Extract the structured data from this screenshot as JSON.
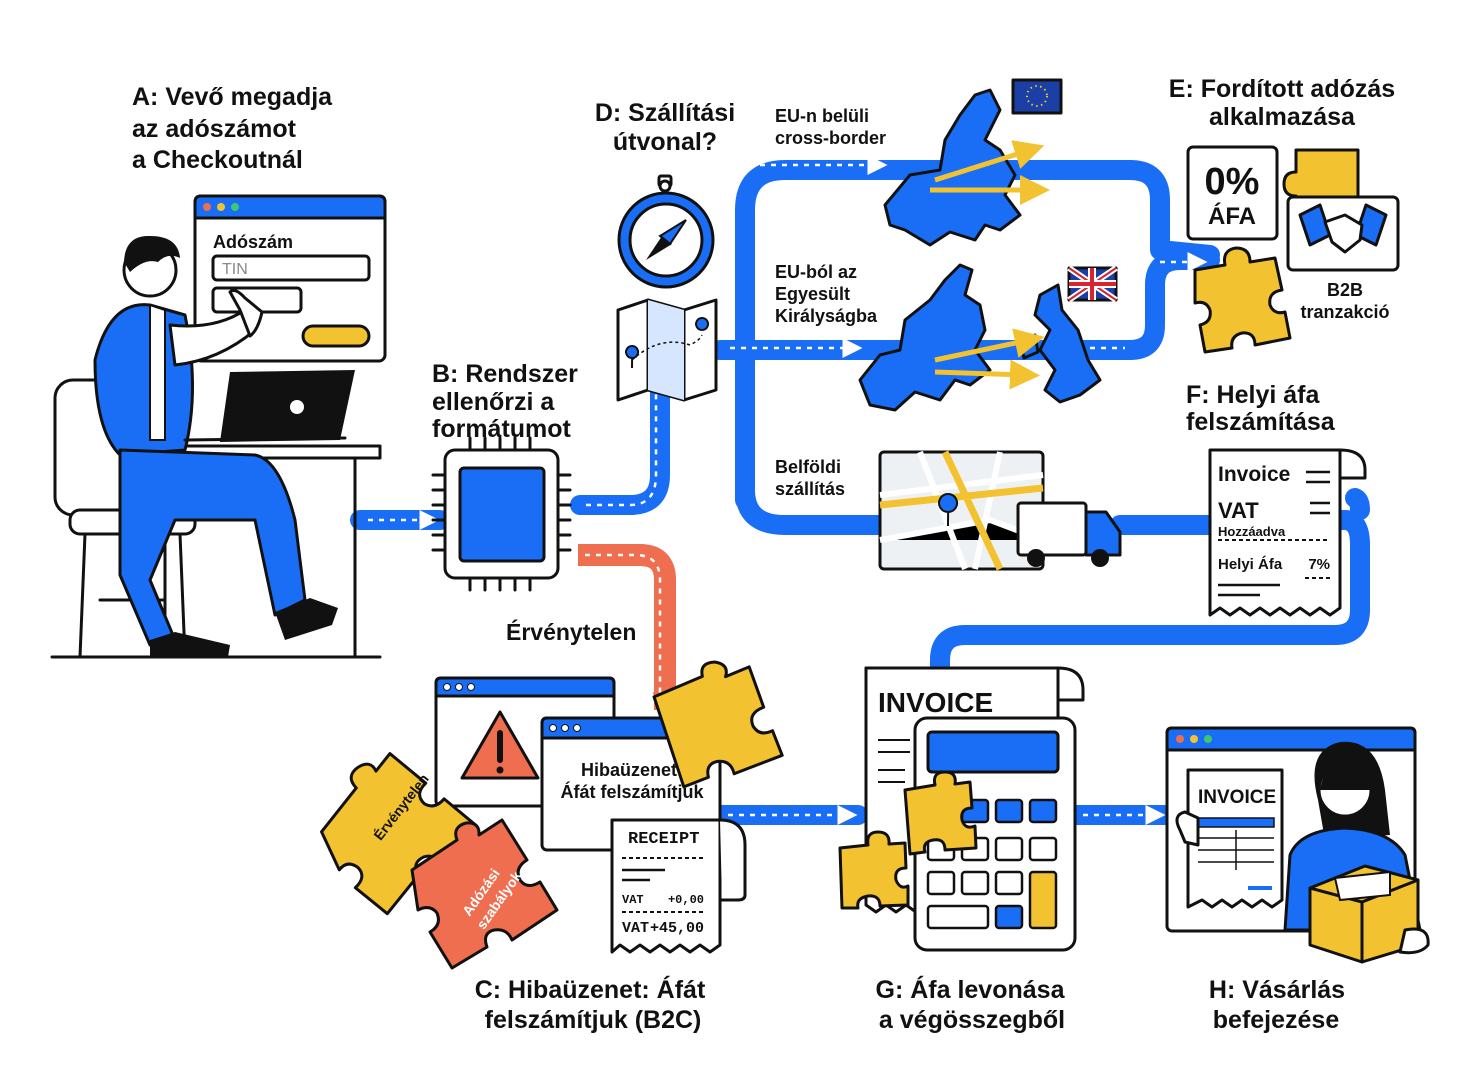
{
  "colors": {
    "blue": "#1a6ef5",
    "yellow": "#f2c230",
    "orange": "#ee6e4f",
    "outline": "#111111"
  },
  "steps": {
    "a": [
      "A: Vevő megadja",
      "az adószámot",
      "a Checkoutnál"
    ],
    "b": [
      "B: Rendszer",
      "ellenőrzi a",
      "formátumot"
    ],
    "c": [
      "C: Hibaüzenet: Áfát",
      "felszámítjuk (B2C)"
    ],
    "d": [
      "D: Szállítási",
      "útvonal?"
    ],
    "e": [
      "E: Fordított adózás",
      "alkalmazása"
    ],
    "f": [
      "F: Helyi áfa",
      "felszámítása"
    ],
    "g": [
      "G: Áfa levonása",
      "a végösszegből"
    ],
    "h": [
      "H: Vásárlás",
      "befejezése"
    ]
  },
  "checkout_form": {
    "field_label": "Adószám",
    "placeholder": "TIN"
  },
  "invalid_label": "Érvénytelen",
  "error_window": {
    "line1": "Hibaüzenet:",
    "line2": "Áfát felszámítjuk"
  },
  "puzzle_labels": {
    "invalid": "Érvénytelen",
    "tax_rules_1": "Adózási",
    "tax_rules_2": "szabályok"
  },
  "receipt": {
    "title": "RECEIPT",
    "row1_label": "VAT",
    "row1_value": "+0,00",
    "row2_label": "VAT",
    "row2_value": "+45,00"
  },
  "routes": {
    "intra_eu": [
      "EU-n belüli",
      "cross-border"
    ],
    "eu_uk": [
      "EU-ból az",
      "Egyesült",
      "Királyságba"
    ],
    "domestic": [
      "Belföldi",
      "szállítás"
    ]
  },
  "reverse_charge": {
    "rate": "0%",
    "tax": "ÁFA",
    "b2b_1": "B2B",
    "b2b_2": "tranzakció"
  },
  "local_invoice": {
    "title": "Invoice",
    "vat": "VAT",
    "added": "Hozzáadva",
    "local_label": "Helyi Áfa",
    "local_rate": "7%"
  },
  "g_invoice": {
    "title": "INVOICE"
  },
  "h_invoice": {
    "title": "INVOICE"
  },
  "icons": [
    "person-laptop-icon",
    "chip-icon",
    "compass-icon",
    "map-icon",
    "eu-map-icon",
    "uk-map-icon",
    "eu-flag-icon",
    "uk-flag-icon",
    "city-map-icon",
    "truck-icon",
    "handshake-icon",
    "puzzle-icon",
    "warning-icon",
    "calculator-icon",
    "package-icon",
    "woman-icon"
  ]
}
